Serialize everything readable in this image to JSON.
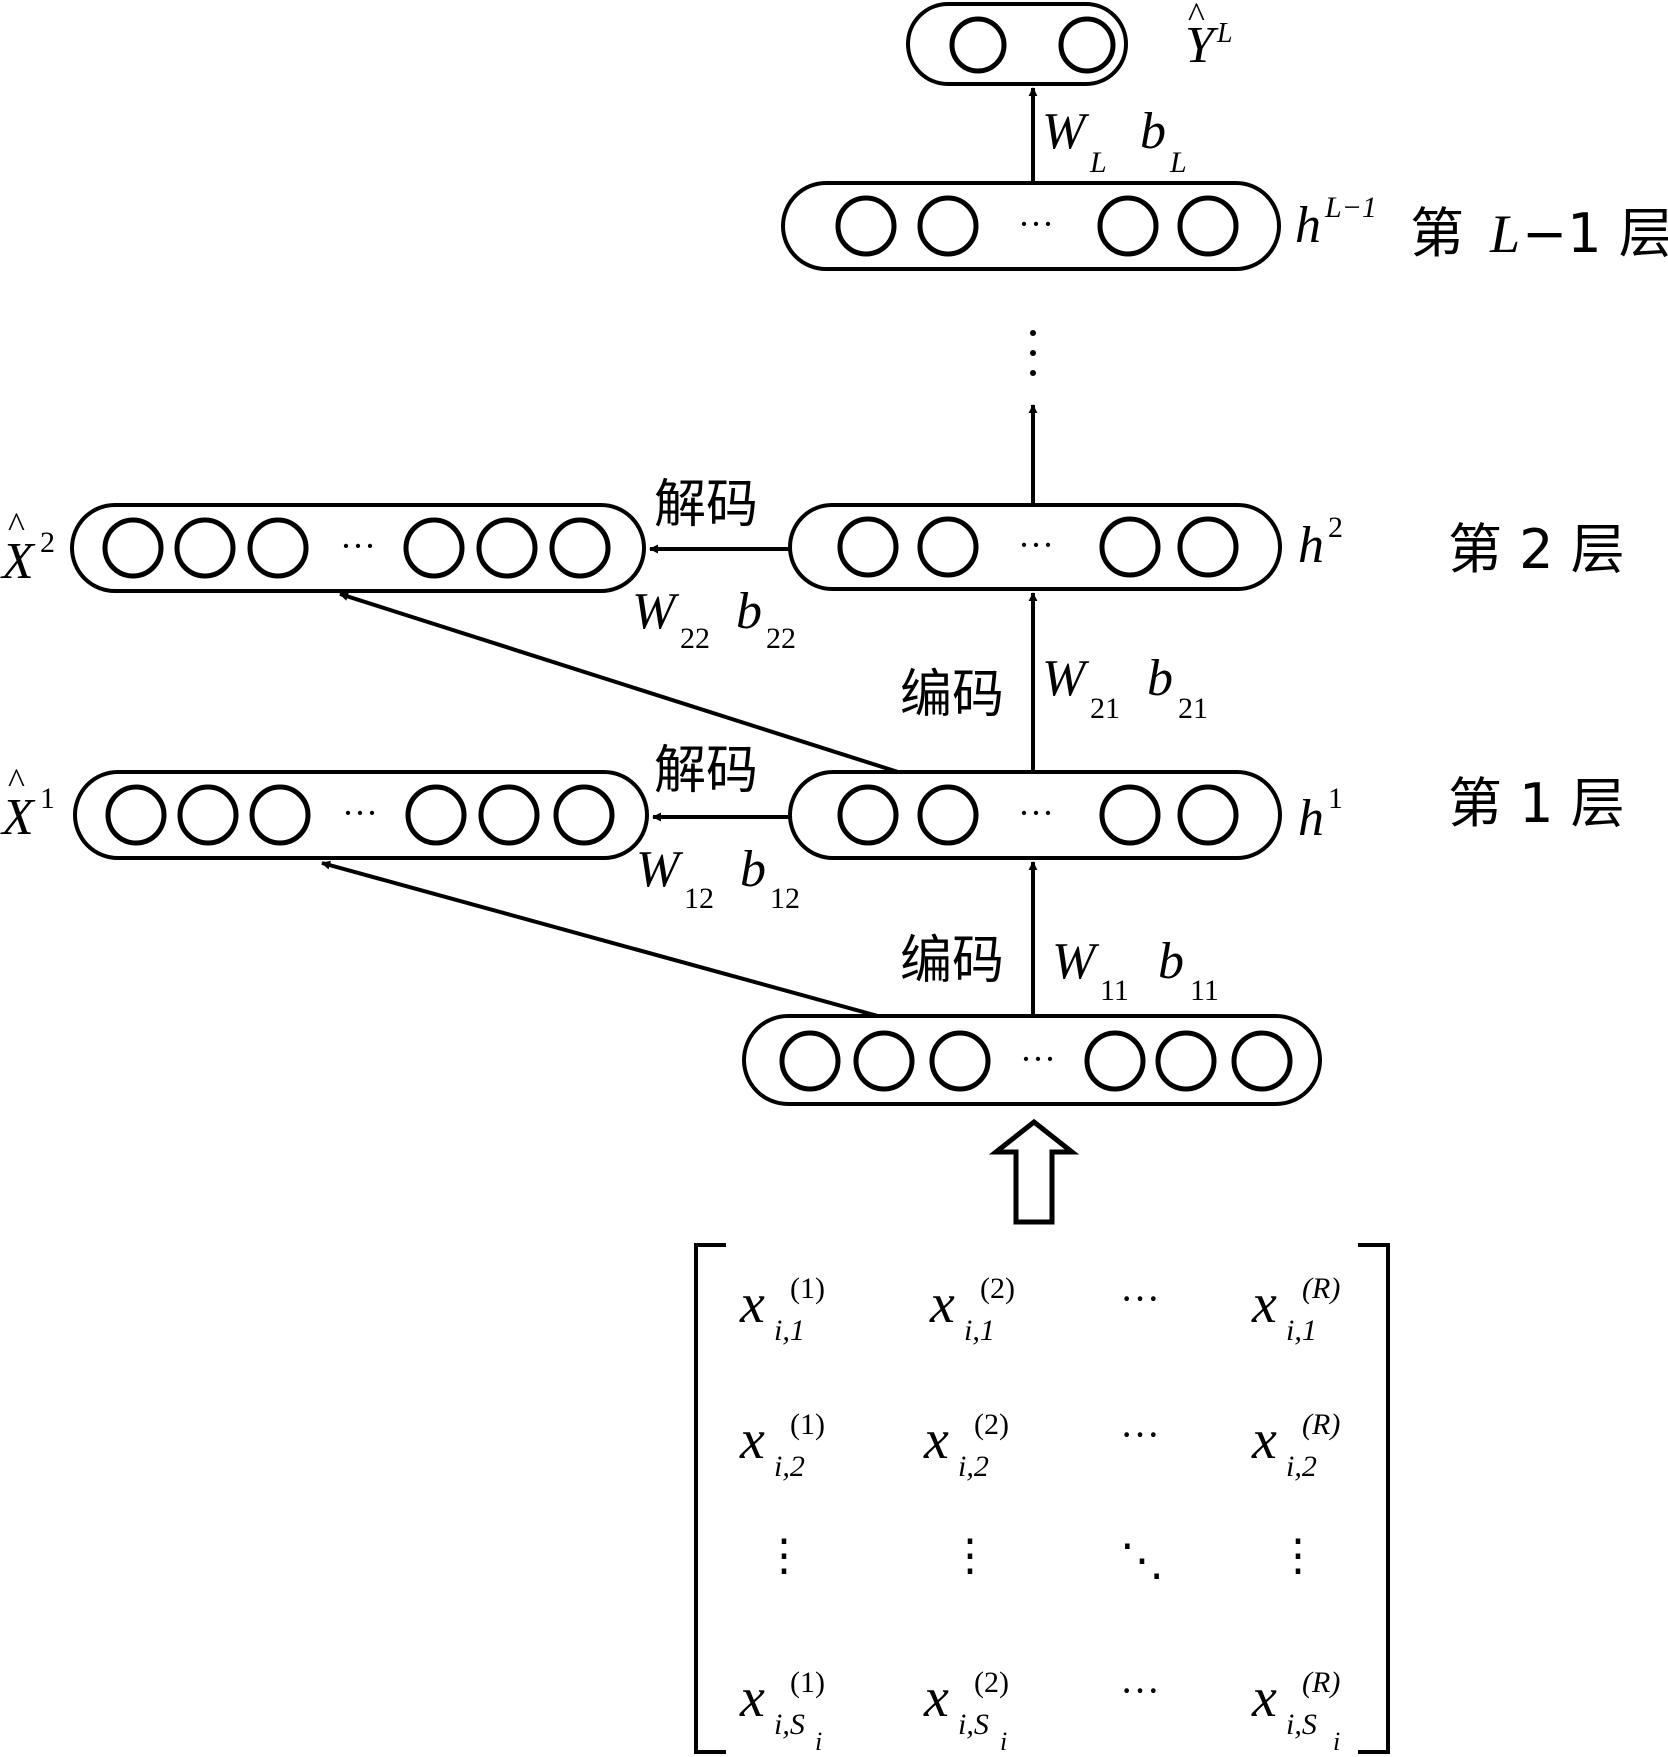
{
  "labels": {
    "y_hat": "Y",
    "y_hat_sup": "L",
    "h_top_base": "h",
    "h_top_sup": "L−1",
    "h2_base": "h",
    "h2_sup": "2",
    "h1_base": "h",
    "h1_sup": "1",
    "x2_base": "X",
    "x2_sup": "2",
    "x1_base": "X",
    "x1_sup": "1",
    "hat_mark": "^",
    "ellipsis": "···"
  },
  "layers": {
    "top": {
      "prefix": "第",
      "var": "L",
      "suffix": "−1 层"
    },
    "second": "第 2 层",
    "first": "第 1 层"
  },
  "params": {
    "WL": {
      "W": "W",
      "Wsub": "L",
      "b": "b",
      "bsub": "L"
    },
    "W21": {
      "W": "W",
      "Wsub": "21",
      "b": "b",
      "bsub": "21"
    },
    "W22": {
      "W": "W",
      "Wsub": "22",
      "b": "b",
      "bsub": "22"
    },
    "W11": {
      "W": "W",
      "Wsub": "11",
      "b": "b",
      "bsub": "11"
    },
    "W12": {
      "W": "W",
      "Wsub": "12",
      "b": "b",
      "bsub": "12"
    }
  },
  "arrow_labels": {
    "decode": "解码",
    "encode": "编码"
  },
  "matrix": {
    "ellipsis_h": "···",
    "ellipsis_v": "⋮",
    "ellipsis_d": "⋱",
    "rows": [
      [
        {
          "base": "x",
          "sub": "i,1",
          "sup": "(1)"
        },
        {
          "base": "x",
          "sub": "i,1",
          "sup": "(2)"
        },
        {
          "dots": "···"
        },
        {
          "base": "x",
          "sub": "i,1",
          "sup": "(R)"
        }
      ],
      [
        {
          "base": "x",
          "sub": "i,2",
          "sup": "(1)"
        },
        {
          "base": "x",
          "sub": "i,2",
          "sup": "(2)"
        },
        {
          "dots": "···"
        },
        {
          "base": "x",
          "sub": "i,2",
          "sup": "(R)"
        }
      ],
      [
        {
          "base": "x",
          "sub": "i,S",
          "subsub": "i",
          "sup": "(1)"
        },
        {
          "base": "x",
          "sub": "i,S",
          "subsub": "i",
          "sup": "(2)"
        },
        {
          "dots": "···"
        },
        {
          "base": "x",
          "sub": "i,S",
          "subsub": "i",
          "sup": "(R)"
        }
      ]
    ]
  }
}
